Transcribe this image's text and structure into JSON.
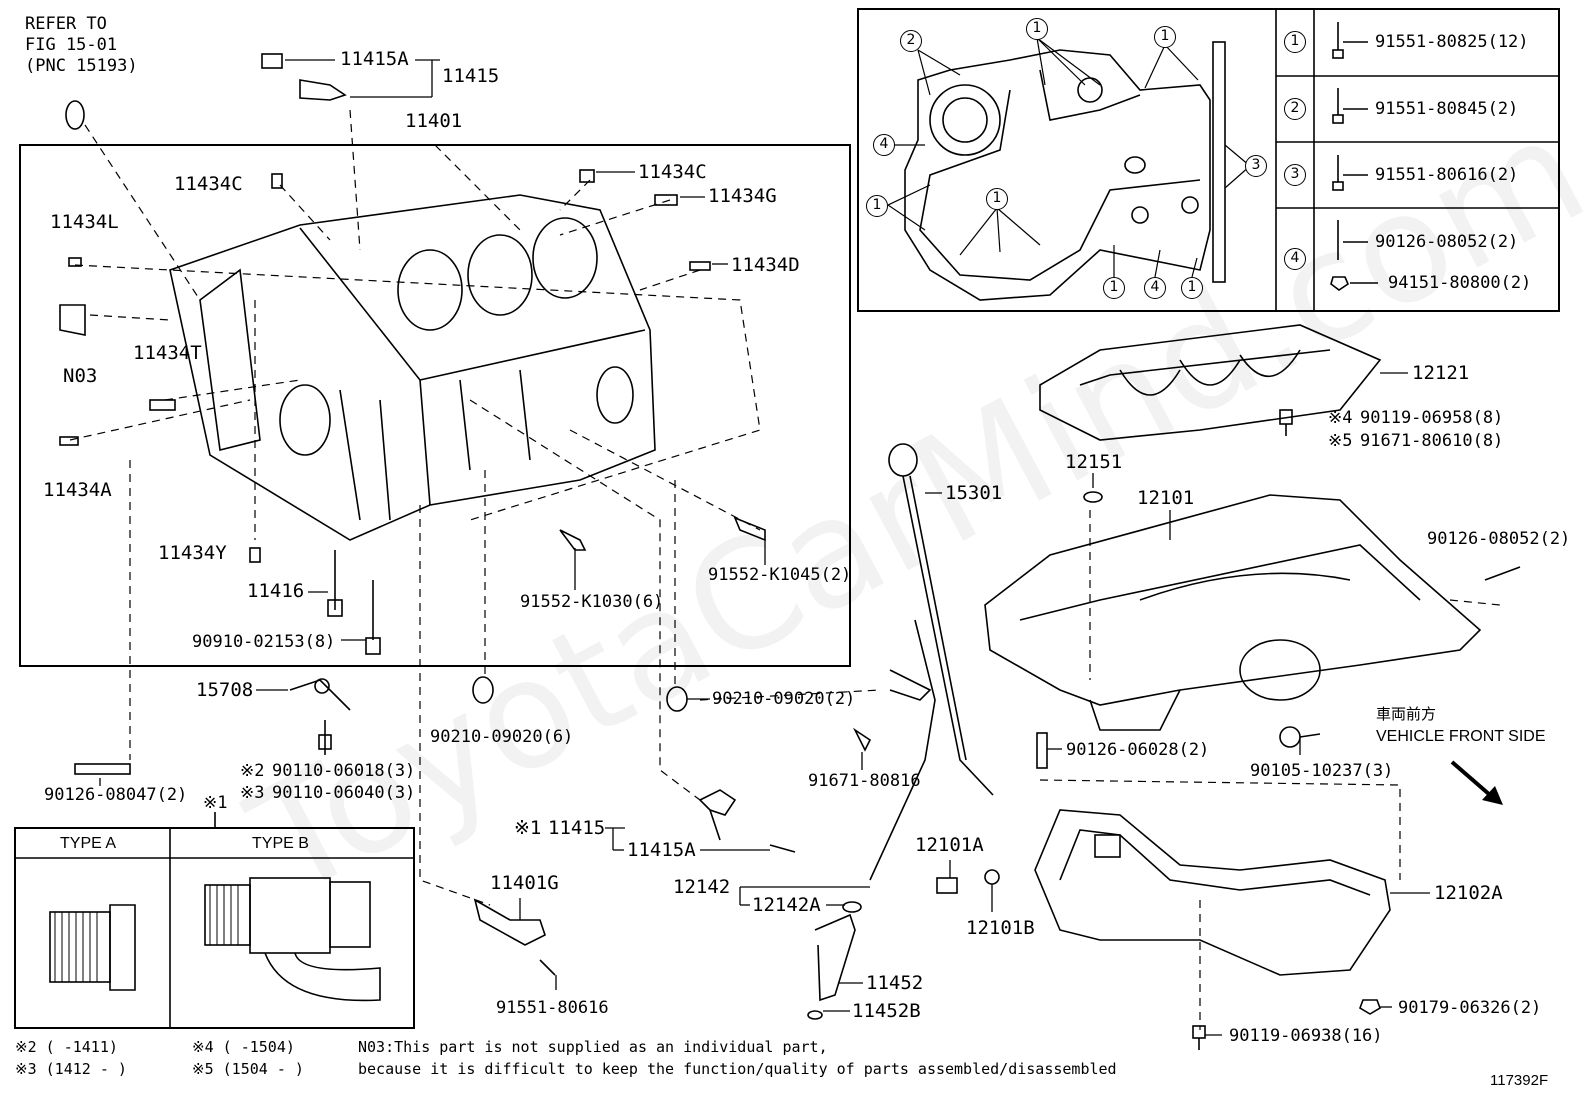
{
  "watermark": "ToyotaCarMind.com",
  "refer": {
    "line1": "REFER TO",
    "line2": "FIG 15-01",
    "line3": "(PNC 15193)"
  },
  "labels": {
    "p11415A_top": "11415A",
    "p11415_top": "11415",
    "p11401": "11401",
    "p11434C_left": "11434C",
    "p11434C_right": "11434C",
    "p11434G": "11434G",
    "p11434L": "11434L",
    "p11434D": "11434D",
    "pN03": "N03",
    "p11434T": "11434T",
    "p11434A": "11434A",
    "p11434Y": "11434Y",
    "p11416": "11416",
    "p90910": "90910-02153(8)",
    "p91552_1030": "91552-K1030(6)",
    "p91552_1045": "91552-K1045(2)",
    "p15708": "15708",
    "p90110_a_mark": "※2",
    "p90110_a": "90110-06018(3)",
    "p90110_b_mark": "※3",
    "p90110_b": "90110-06040(3)",
    "p90126_08047": "90126-08047(2)",
    "p90210_6": "90210-09020(6)",
    "p90210_2": "90210-09020(2)",
    "p91671_80816": "91671-80816",
    "p11415_mark": "※1",
    "p11415_bot": "11415",
    "p11415A_bot": "11415A",
    "p11401G": "11401G",
    "p91551_80616": "91551-80616",
    "p12142": "12142",
    "p12142A": "12142A",
    "p11452": "11452",
    "p11452B": "11452B",
    "p15301": "15301",
    "p12151": "12151",
    "p12101": "12101",
    "p12121": "12121",
    "p90119_958_mark": "※4",
    "p90119_958": "90119-06958(8)",
    "p91671_610_mark": "※5",
    "p91671_610": "91671-80610(8)",
    "p90126_08052": "90126-08052(2)",
    "p90126_06028": "90126-06028(2)",
    "p90105": "90105-10237(3)",
    "p12101A": "12101A",
    "p12101B": "12101B",
    "p12102A": "12102A",
    "p90179": "90179-06326(2)",
    "p90119_938": "90119-06938(16)",
    "front_jp": "車両前方",
    "front_en": "VEHICLE FRONT SIDE",
    "type_mark": "※1",
    "figno": "117392F"
  },
  "type_table": {
    "col_a": "TYPE A",
    "col_b": "TYPE B"
  },
  "bolt_table": [
    {
      "num": "1",
      "part": "91551-80825(12)"
    },
    {
      "num": "2",
      "part": "91551-80845(2)"
    },
    {
      "num": "3",
      "part": "91551-80616(2)"
    },
    {
      "num": "4",
      "part": "90126-08052(2)",
      "part2": "94151-80800(2)"
    }
  ],
  "inset_callouts": [
    "2",
    "1",
    "1",
    "4",
    "1",
    "1",
    "3",
    "1",
    "4",
    "1"
  ],
  "footnotes": {
    "n2": "※2 (      -1411)",
    "n3": "※3 (1412 -     )",
    "n4": "※4 (      -1504)",
    "n5": "※5 (1504 -     )",
    "n03_1": "N03:This part is not supplied as an individual part,",
    "n03_2": "     because it is difficult to keep the function/quality of parts assembled/disassembled"
  }
}
